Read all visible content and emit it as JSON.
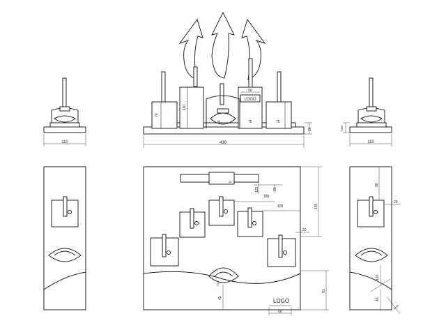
{
  "drawing": {
    "top_views": {
      "left_side_width": "110",
      "front_width": "430",
      "right_side_width": "110",
      "right_side_small_label": "5mm",
      "base_height": "20",
      "box_labels": [
        "70",
        "110",
        "40",
        "70",
        "70"
      ],
      "logo_box_width": "50",
      "logo_text": "LOGO"
    },
    "bottom_views": {
      "dims": [
        "25",
        "125",
        "180",
        "100",
        "20",
        "20",
        "195",
        "91",
        "60",
        "42",
        "52.5"
      ],
      "right_dims": [
        "90",
        "20",
        "120",
        "45",
        "8mm"
      ],
      "logo_text": "LOGO"
    }
  }
}
